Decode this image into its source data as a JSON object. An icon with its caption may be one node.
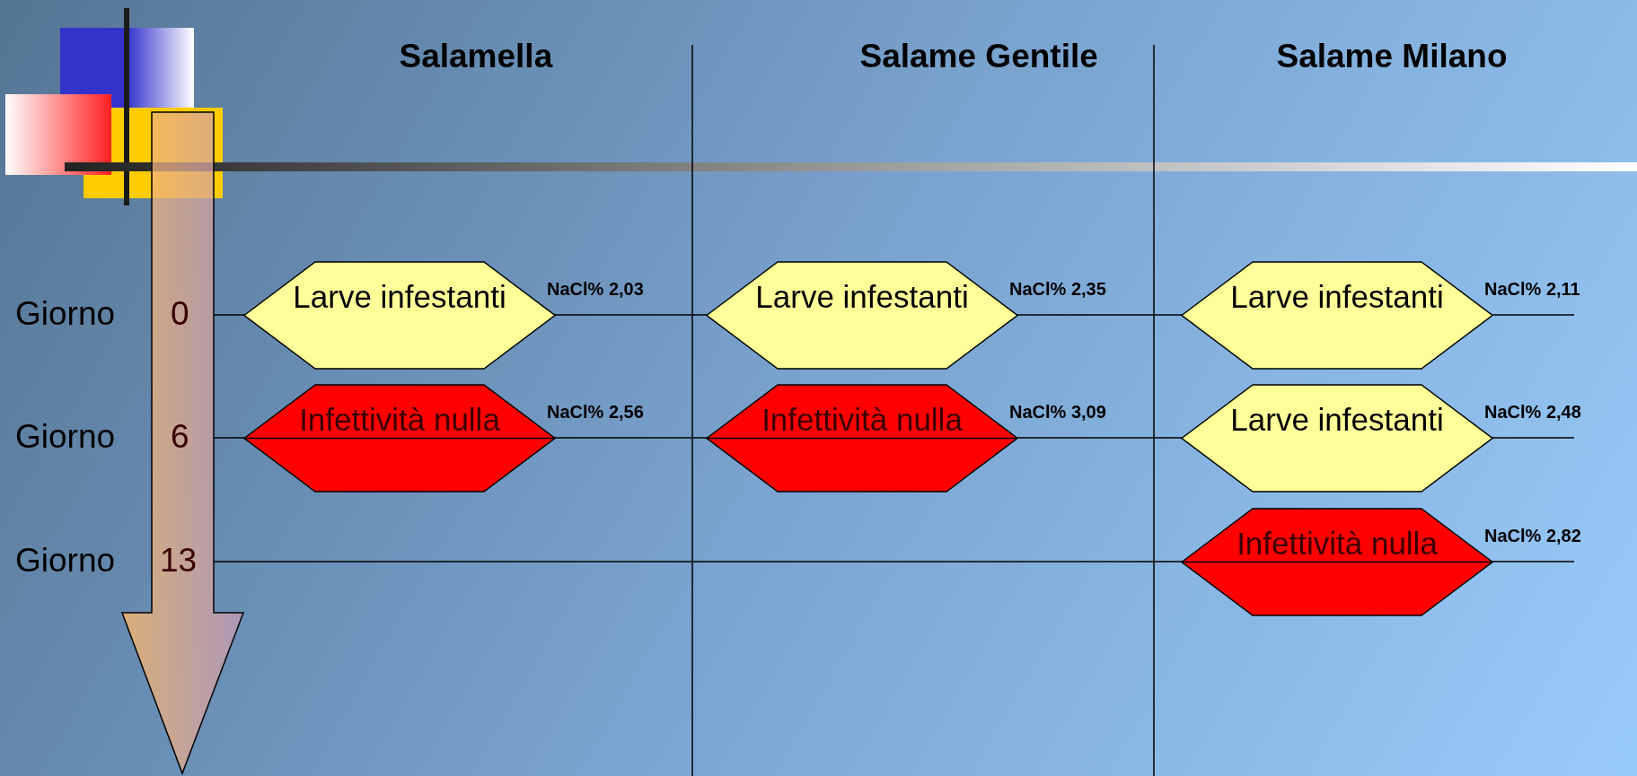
{
  "diagram": {
    "nodes": [
      {
        "text": [
          "Larve infestanti"
        ],
        "beside": [
          "NaCl% 2,03"
        ]
      },
      {
        "text": [
          "Larve infestanti"
        ],
        "beside": [
          "NaCl% 2,35"
        ]
      },
      {
        "text": [
          "Larve infestanti"
        ],
        "beside": [
          "NaCl% 2,11"
        ]
      },
      {
        "text": [
          "Infettività nulla"
        ],
        "beside": [
          "NaCl% 2,56"
        ]
      },
      {
        "text": [
          "Infettività nulla"
        ],
        "beside": [
          "NaCl% 3,09"
        ]
      },
      {
        "text": [
          "Larve infestanti"
        ],
        "beside": [
          "NaCl% 2,48"
        ]
      },
      {
        "text": [
          "Infettività nulla"
        ],
        "beside": [
          "NaCl% 2,82"
        ]
      }
    ],
    "labels": [
      "Salamella",
      "Salame Gentile",
      "Salame Milano",
      "Giorno",
      "0",
      "Giorno",
      "6",
      "Giorno",
      "13"
    ]
  }
}
